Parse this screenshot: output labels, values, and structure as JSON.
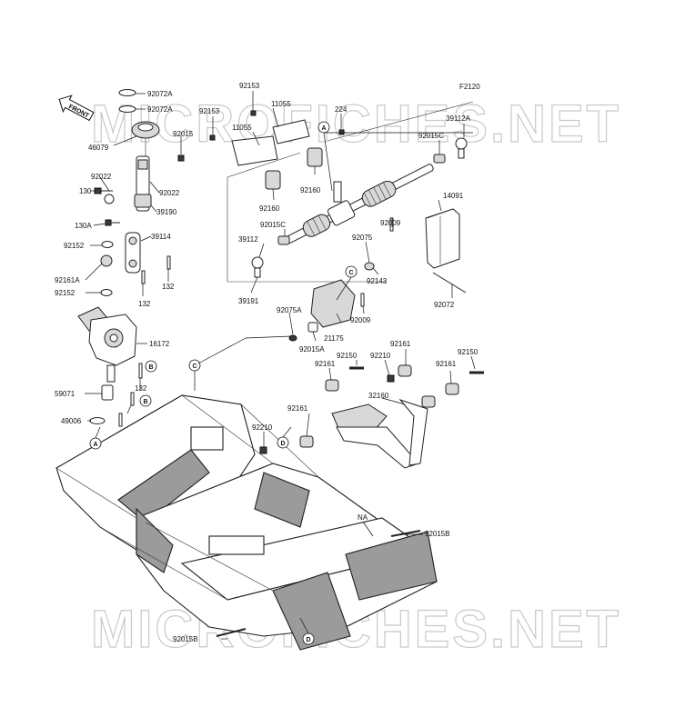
{
  "figure_code": "F2120",
  "front_marker": "FRONT",
  "watermarks": [
    "MICROFICHES.NET",
    "MICROFICHES.NET"
  ],
  "part_labels": [
    "92072A",
    "92072A",
    "46079",
    "92015",
    "92022",
    "130",
    "92022",
    "39190",
    "130A",
    "92152",
    "39114",
    "92161A",
    "92152",
    "132",
    "16172",
    "132",
    "59071",
    "132",
    "49006",
    "92153",
    "92153",
    "11055",
    "11055",
    "224",
    "39112A",
    "92015C",
    "92160",
    "92160",
    "92015C",
    "39112",
    "92009",
    "92075",
    "92143",
    "14091",
    "92072",
    "39191",
    "92009",
    "92075A",
    "92015A",
    "21175",
    "92150",
    "92210",
    "92161",
    "92150",
    "92161",
    "92161",
    "32160",
    "92161",
    "92210",
    "NA",
    "92015B",
    "92015B"
  ],
  "reference_markers": [
    "A",
    "A",
    "B",
    "B",
    "C",
    "C",
    "D",
    "D"
  ]
}
